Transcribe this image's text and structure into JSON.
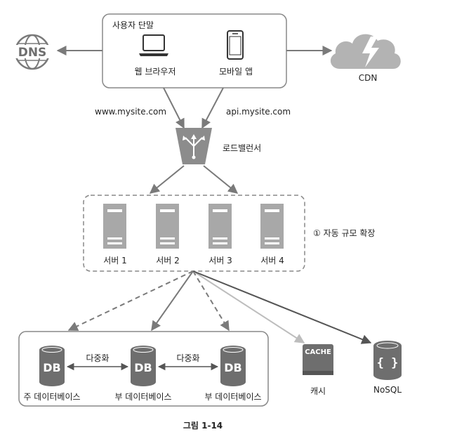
{
  "user_terminal": {
    "title": "사용자 단말",
    "web_browser": "웹 브라우저",
    "mobile_app": "모바일 앱"
  },
  "dns": {
    "label": "DNS"
  },
  "cdn": {
    "label": "CDN"
  },
  "routes": {
    "web": "www.mysite.com",
    "api": "api.mysite.com"
  },
  "load_balancer": {
    "label": "로드밸런서"
  },
  "autoscale": {
    "label": "① 자동 규모 확장"
  },
  "servers": [
    "서버 1",
    "서버 2",
    "서버 3",
    "서버 4"
  ],
  "databases": {
    "icon_text": "DB",
    "primary": "주 데이터베이스",
    "replica1": "부 데이터베이스",
    "replica2": "부 데이터베이스",
    "replication_label_1": "다중화",
    "replication_label_2": "다중화"
  },
  "cache": {
    "icon_text": "CACHE",
    "label": "캐시"
  },
  "nosql": {
    "icon_text": "{ }",
    "label": "NoSQL"
  },
  "figure_caption": "그림 1-14",
  "colors": {
    "icon_gray": "#8c8c8c",
    "icon_dark": "#6e6e6e",
    "box_border": "#888888",
    "arrow": "#7a7a7a",
    "light_arrow": "#bdbdbd",
    "dark_arrow": "#555555"
  }
}
